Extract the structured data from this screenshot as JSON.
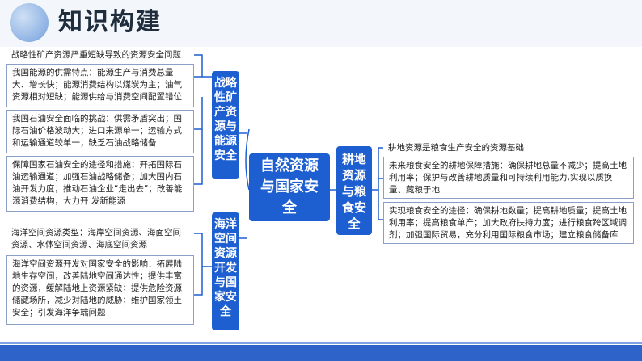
{
  "title": "知识构建",
  "center": "自然资源与国家安全",
  "branches": {
    "strategic": {
      "node": "战略性矿产资源与能源安全",
      "items": [
        "战略性矿产资源严重短缺导致的资源安全问题",
        "我国能源的供需特点：能源生产与消费总量大、增长快；能源消费结构以煤炭为主；油气资源相对短缺；能源供给与消费空间配置错位",
        "我国石油安全面临的挑战：供需矛盾突出；国际石油价格波动大；进口来源单一；运输方式和运输通道较单一；缺乏石油战略储备",
        "保障国家石油安全的途径和措施：开拓国际石油运输通道；加强石油战略储备；加大国内石油开发力度，推动石油企业“走出去”；改善能源消费结构，大力开 发新能源"
      ]
    },
    "ocean": {
      "node": "海洋空间资源开发与国家安全",
      "items": [
        "海洋空间资源类型：海岸空间资源、海面空间资源、水体空间资源、海底空间资源",
        "海洋空间资源开发对国家安全的影响：拓展陆地生存空间，改善陆地空间通达性；提供丰富的资源，缓解陆地上资源紧缺；提供危险资源储藏场所，减少对陆地的威胁；维护国家领土安全；引发海洋争端问题"
      ]
    },
    "farmland": {
      "node": "耕地资源与粮食安全",
      "items": [
        "耕地资源是粮食生产安全的资源基础",
        "未来粮食安全的耕地保障措施：确保耕地总量不减少；提高土地利用率；保护与改善耕地质量和可持续利用能力,实现以质换量、藏粮于地",
        "实现粮食安全的途径：确保耕地数量；提高耕地质量；提高土地利用率；提高粮食单产；加大政府扶持力度；进行粮食跨区域调剂；加强国际贸易，充分利用国际粮食市场；建立粮食储备库"
      ]
    }
  },
  "colors": {
    "node": "#1d5fd1",
    "box_border": "#8aa0c8",
    "bottom_bar": "#2e63c9"
  }
}
